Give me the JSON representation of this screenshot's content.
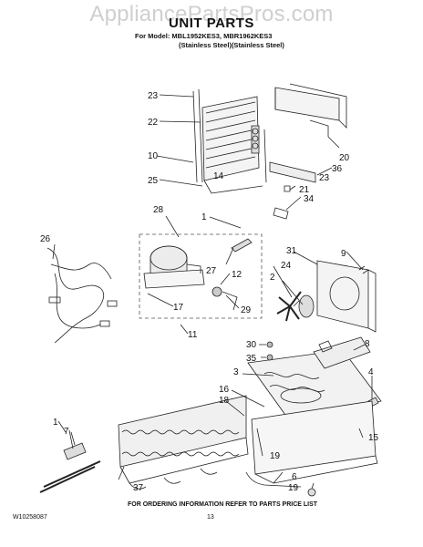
{
  "watermark": "AppliancePartsPros.com",
  "header": {
    "title": "UNIT PARTS",
    "model_line": "For Model: MBL1952KES3, MBR1962KES3",
    "finish_line": "(Stainless Steel)(Stainless Steel)"
  },
  "callouts": [
    "23",
    "22",
    "10",
    "14",
    "25",
    "20",
    "36",
    "23",
    "21",
    "34",
    "28",
    "1",
    "26",
    "31",
    "9",
    "27",
    "12",
    "2",
    "24",
    "17",
    "29",
    "11",
    "30",
    "35",
    "8",
    "3",
    "16",
    "18",
    "4",
    "1",
    "7",
    "19",
    "15",
    "37",
    "6",
    "19"
  ],
  "footer": {
    "instructions": "FOR ORDERING INFORMATION REFER TO PARTS PRICE LIST",
    "doc_number": "W10258087",
    "page_number": "13"
  }
}
